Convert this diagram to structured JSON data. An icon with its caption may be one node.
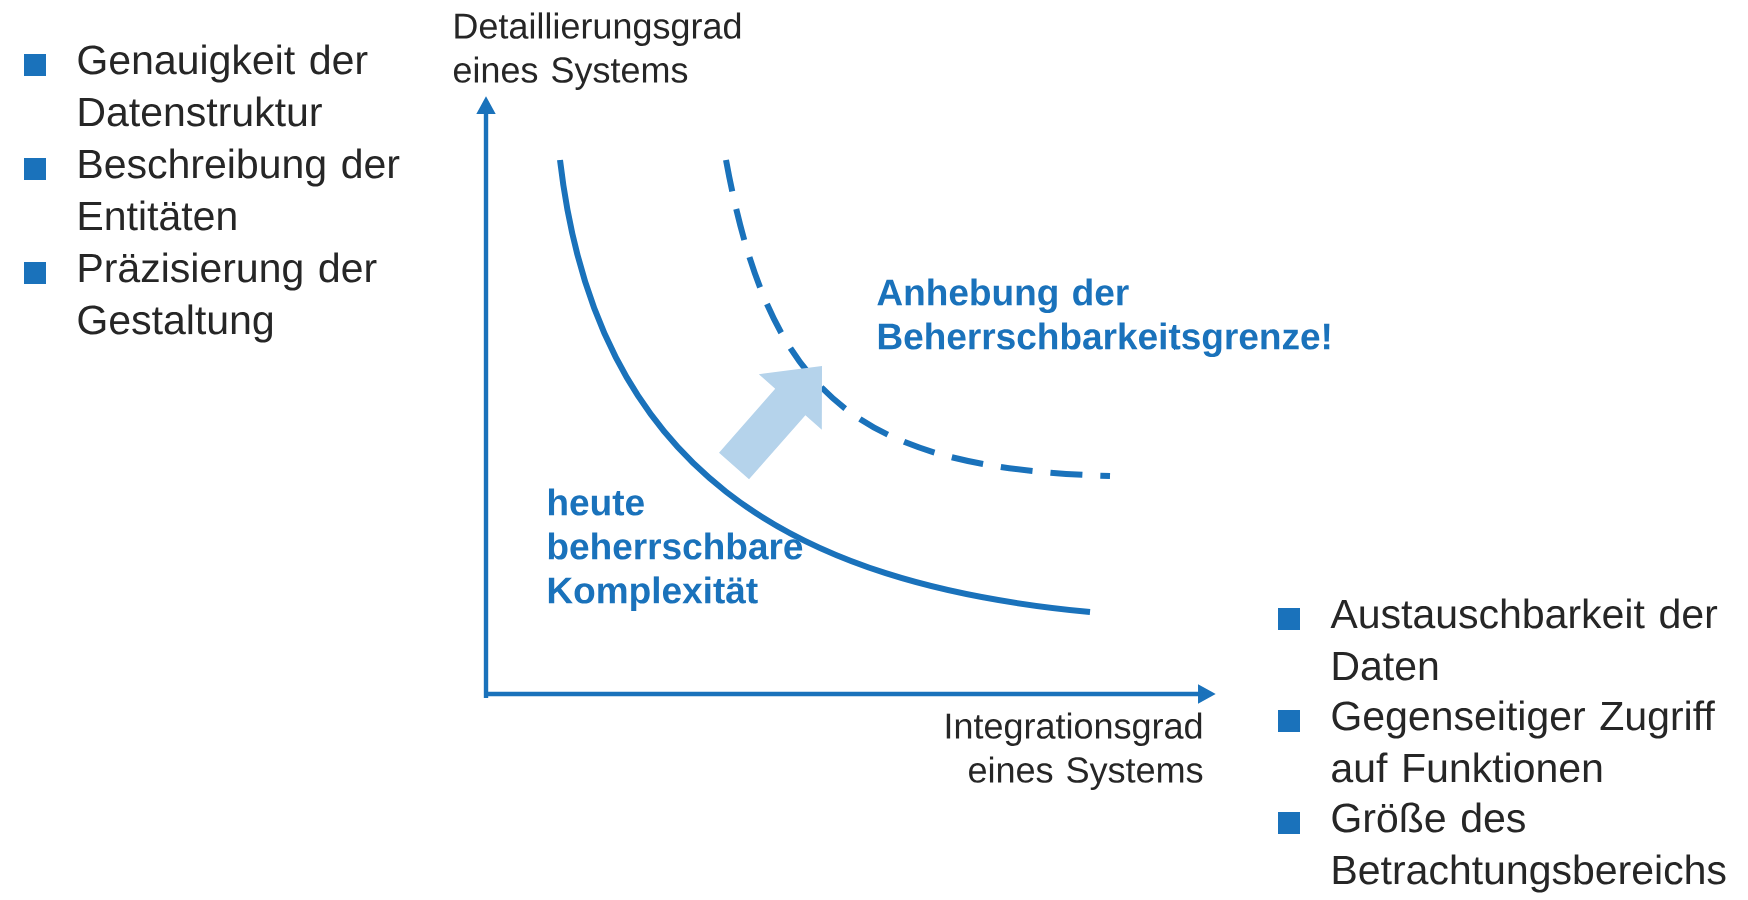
{
  "diagram": {
    "labels": [
      "Genauigkeit der Datenstruktur",
      "Beschreibung der Entitäten",
      "Präzisierung der Gestaltung",
      "Detaillierungsgrad eines Systems",
      "Anhebung der Beherrschbarkeitsgrenze!",
      "heute beherrschbare Komplexität",
      "Integrationsgrad eines Systems",
      "Austauschbarkeit der Daten",
      "Gegenseitiger Zugriff auf Funktionen",
      "Größe des Betrachtungsbereichs"
    ]
  }
}
